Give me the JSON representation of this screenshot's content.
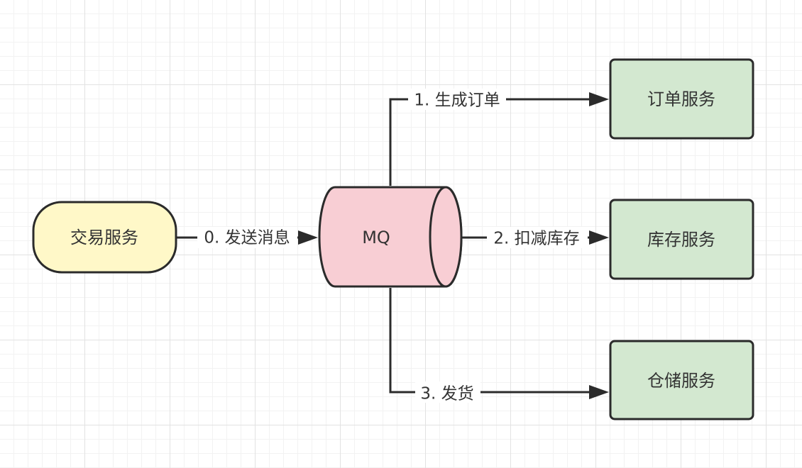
{
  "nodes": {
    "trade": {
      "label": "交易服务",
      "fill": "#fff8c8"
    },
    "mq": {
      "label": "MQ",
      "fill": "#f8ced4"
    },
    "order": {
      "label": "订单服务",
      "fill": "#d3e8d0"
    },
    "inventory": {
      "label": "库存服务",
      "fill": "#d3e8d0"
    },
    "warehouse": {
      "label": "仓储服务",
      "fill": "#d3e8d0"
    }
  },
  "edges": {
    "send": {
      "label": "0. 发送消息"
    },
    "create_order": {
      "label": "1. 生成订单"
    },
    "deduct_stock": {
      "label": "2. 扣减库存"
    },
    "ship": {
      "label": "3. 发货"
    }
  },
  "colors": {
    "stroke": "#2b2b2b",
    "text": "#333333"
  }
}
